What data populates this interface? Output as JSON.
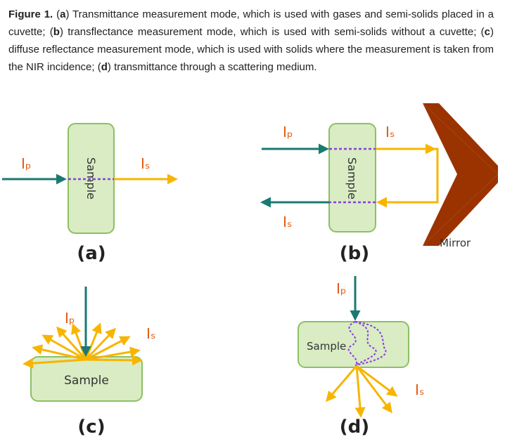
{
  "caption": {
    "label": "Figure 1.",
    "parts": [
      {
        "t": " (",
        "b": false
      },
      {
        "t": "a",
        "b": true
      },
      {
        "t": ") Transmittance measurement mode, which is used with gases and semi-solids placed in a cuvette; (",
        "b": false
      },
      {
        "t": "b",
        "b": true
      },
      {
        "t": ") transflectance measurement mode, which is used with semi-solids without a cuvette; (",
        "b": false
      },
      {
        "t": "c",
        "b": true
      },
      {
        "t": ") diffuse reflectance measurement mode, which is used with solids where the measurement is taken from the NIR incidence; (",
        "b": false
      },
      {
        "t": "d",
        "b": true
      },
      {
        "t": ") transmittance through a scattering medium.",
        "b": false
      }
    ]
  },
  "panels": {
    "a": {
      "letter": "(a)",
      "sample": "Sample",
      "incident": "Iₚ",
      "scattered": "Iₛ"
    },
    "b": {
      "letter": "(b)",
      "sample": "Sample",
      "incident": "Iₚ",
      "scattered_top": "Iₛ",
      "scattered_bottom": "Iₛ",
      "mirror": "Mirror"
    },
    "c": {
      "letter": "(c)",
      "sample": "Sample",
      "incident": "Iₚ",
      "scattered": "Iₛ"
    },
    "d": {
      "letter": "(d)",
      "sample": "Sample",
      "incident": "Iₚ",
      "scattered": "Iₛ"
    }
  },
  "colors": {
    "sample_fill": "#d9ecc4",
    "sample_stroke": "#8cc063",
    "incident_beam": "#1a7a72",
    "scattered_beam": "#f7b500",
    "path_dashed": "#8a3ce0",
    "mirror": "#9b3300",
    "beam_label": "#e05a10"
  }
}
